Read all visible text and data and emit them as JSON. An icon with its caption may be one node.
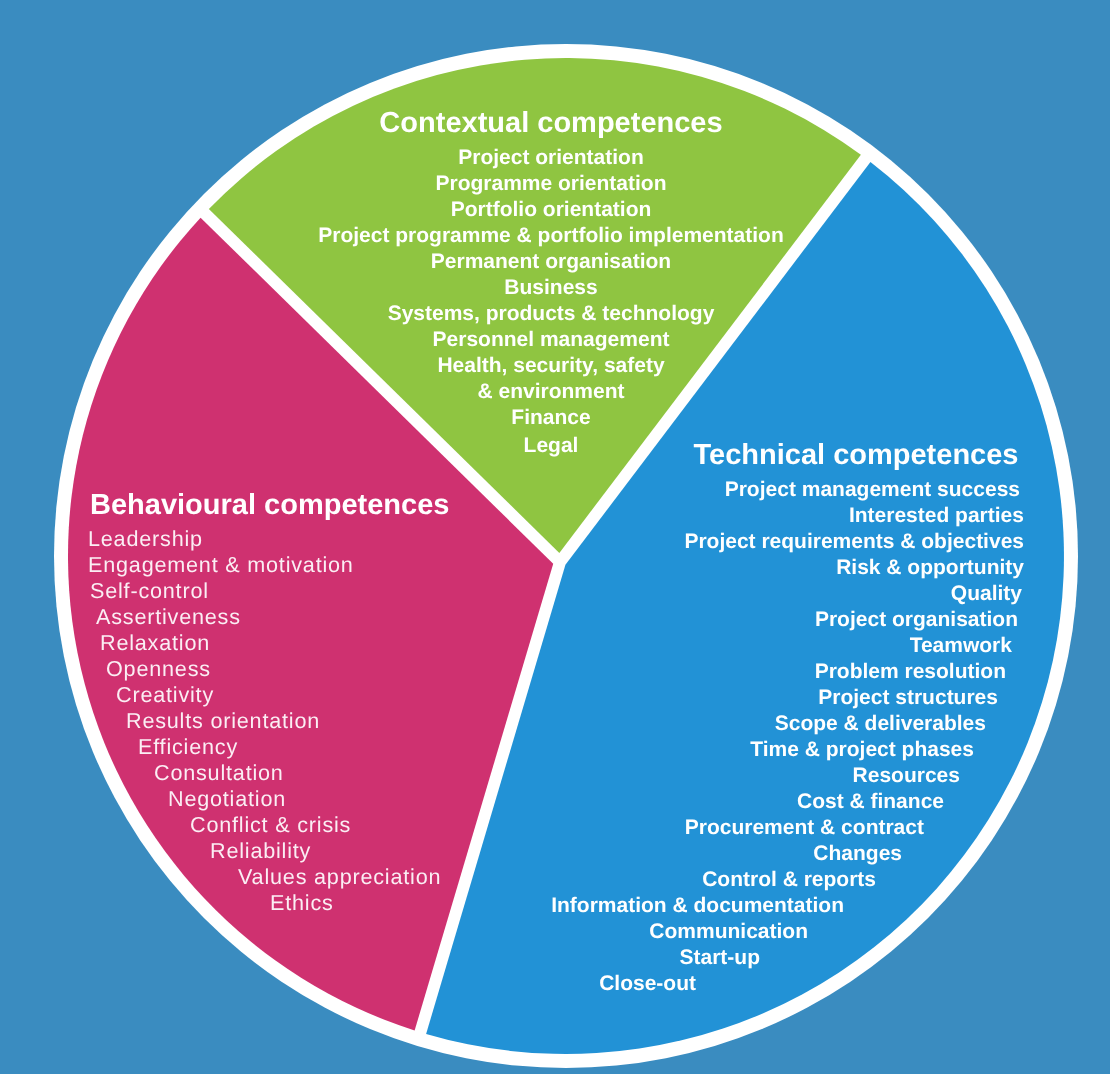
{
  "diagram": {
    "nodes": [
      {
        "text": [
          "Contextual competences",
          "Project orientation",
          "Programme orientation",
          "Portfolio orientation",
          "Project programme & portfolio implementation",
          "Permanent organisation",
          "Business",
          "Systems, products & technology",
          "Personnel management",
          "Health, security, safety & environment",
          "Finance",
          "Legal"
        ]
      },
      {
        "text": [
          "Technical competences",
          "Project management success",
          "Interested parties",
          "Project requirements & objectives",
          "Risk & opportunity",
          "Quality",
          "Project organisation",
          "Teamwork",
          "Problem resolution",
          "Project structures",
          "Scope & deliverables",
          "Time & project phases",
          "Resources",
          "Cost & finance",
          "Procurement & contract",
          "Changes",
          "Control & reports",
          "Information & documentation",
          "Communication",
          "Start-up",
          "Close-out"
        ]
      },
      {
        "text": [
          "Behavioural competences",
          "Leadership",
          "Engagement & motivation",
          "Self-control",
          "Assertiveness",
          "Relaxation",
          "Openness",
          "Creativity",
          "Results orientation",
          "Efficiency",
          "Consultation",
          "Negotiation",
          "Conflict & crisis",
          "Reliability",
          "Values appreciation",
          "Ethics"
        ]
      }
    ]
  }
}
